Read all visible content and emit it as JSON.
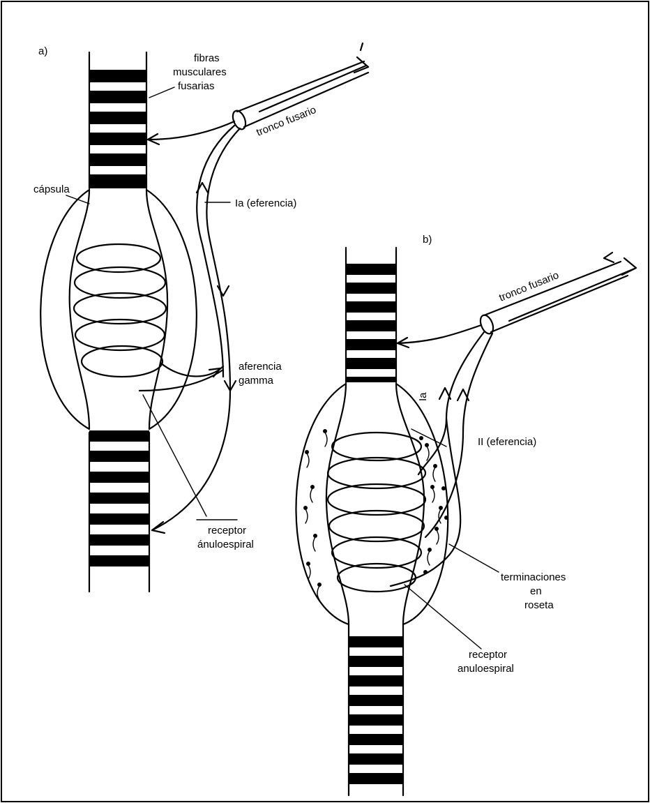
{
  "panel_a": {
    "letter": "a)",
    "fibras_line1": "fibras",
    "fibras_line2": "musculares",
    "fibras_line3": "fusarias",
    "tronco": "tronco fusario",
    "capsula": "cápsula",
    "ia_eferencia": "Ia (eferencia)",
    "aferencia_line1": "aferencia",
    "aferencia_line2": "gamma",
    "receptor_line1": "receptor",
    "receptor_line2": "ánuloespiral"
  },
  "panel_b": {
    "letter": "b)",
    "tronco": "tronco fusario",
    "ia_mark": "Ia",
    "ii_eferencia": "II (eferencia)",
    "term_line1": "terminaciones",
    "term_line2": "en",
    "term_line3": "roseta",
    "receptor_line1": "receptor",
    "receptor_line2": "anuloespiral"
  }
}
